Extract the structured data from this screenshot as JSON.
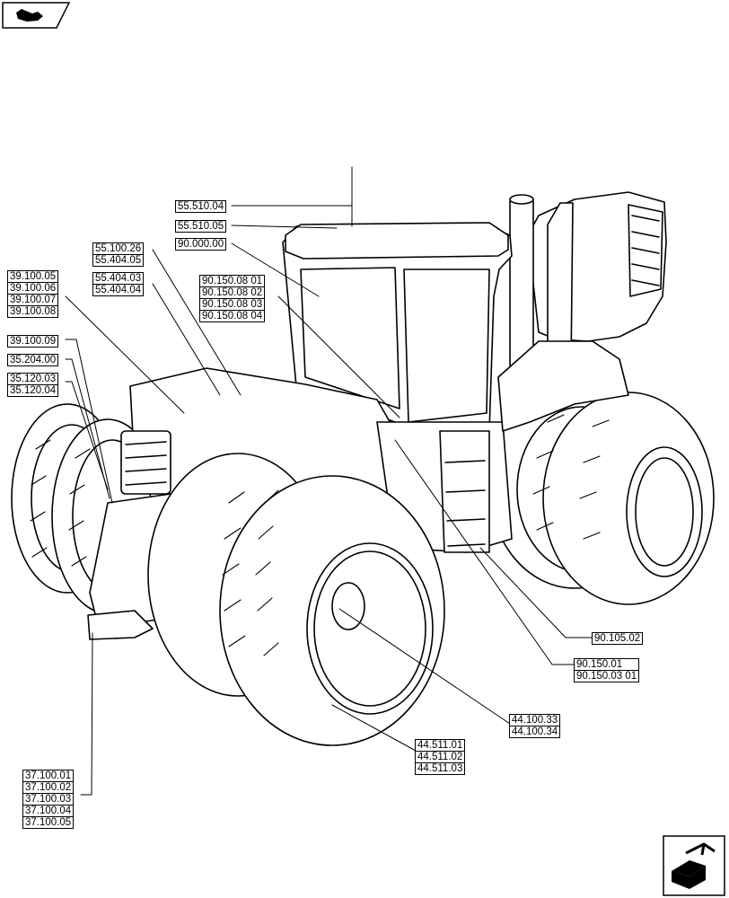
{
  "callouts": [
    {
      "id": "c1",
      "codes": [
        "55.510.04"
      ]
    },
    {
      "id": "c2",
      "codes": [
        "55.510.05"
      ]
    },
    {
      "id": "c3",
      "codes": [
        "90.000.00"
      ]
    },
    {
      "id": "c4",
      "codes": [
        "55.100.26",
        "55.404.05"
      ]
    },
    {
      "id": "c5",
      "codes": [
        "55.404.03",
        "55.404.04"
      ]
    },
    {
      "id": "c6",
      "codes": [
        "90.150.08 01",
        "90.150.08 02",
        "90.150.08 03",
        "90.150.08 04"
      ]
    },
    {
      "id": "c7",
      "codes": [
        "39.100.05",
        "39.100.06",
        "39.100.07",
        "39.100.08"
      ]
    },
    {
      "id": "c8",
      "codes": [
        "39.100.09"
      ]
    },
    {
      "id": "c9",
      "codes": [
        "35.204.00"
      ]
    },
    {
      "id": "c10",
      "codes": [
        "35.120.03",
        "35.120.04"
      ]
    },
    {
      "id": "c11",
      "codes": [
        "90.105.02"
      ]
    },
    {
      "id": "c12",
      "codes": [
        "90.150.01",
        "90.150.03 01"
      ]
    },
    {
      "id": "c13",
      "codes": [
        "44.100.33",
        "44.100.34"
      ]
    },
    {
      "id": "c14",
      "codes": [
        "44.511.01",
        "44.511.02",
        "44.511.03"
      ]
    },
    {
      "id": "c15",
      "codes": [
        "37.100.01",
        "37.100.02",
        "37.100.03",
        "37.100.04",
        "37.100.05"
      ]
    }
  ],
  "icons": {
    "top_nav": "previous-page-arrow-icon",
    "bottom_nav": "next-page-arrow-icon"
  }
}
